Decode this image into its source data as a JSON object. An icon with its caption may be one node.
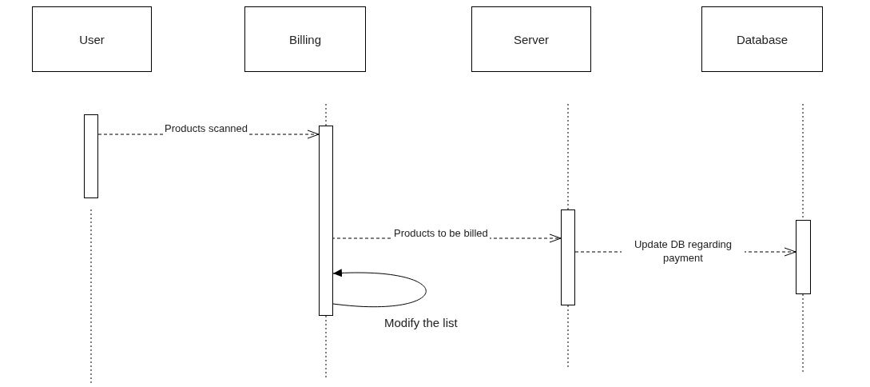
{
  "diagram": {
    "nodes": [
      {
        "text": [
          "User"
        ]
      },
      {
        "text": [
          "Billing"
        ]
      },
      {
        "text": [
          "Server"
        ]
      },
      {
        "text": [
          "Database"
        ]
      },
      {
        "text": [],
        "shape": "bar"
      },
      {
        "text": [],
        "shape": "bar"
      },
      {
        "text": [],
        "shape": "bar"
      },
      {
        "text": [],
        "shape": "bar"
      }
    ],
    "edges": [
      {
        "from": 4,
        "to": 5,
        "arrow": "to",
        "label": "Products scanned",
        "style": "dashed"
      },
      {
        "from": 5,
        "to": 6,
        "arrow": "to",
        "label": "Products to be billed",
        "style": "dashed"
      },
      {
        "from": 6,
        "to": 7,
        "arrow": "to",
        "label": "Update DB regarding payment",
        "style": "dashed"
      },
      {
        "from": 5,
        "to": 5,
        "arrow": "to",
        "label": "Modify the list"
      }
    ]
  }
}
